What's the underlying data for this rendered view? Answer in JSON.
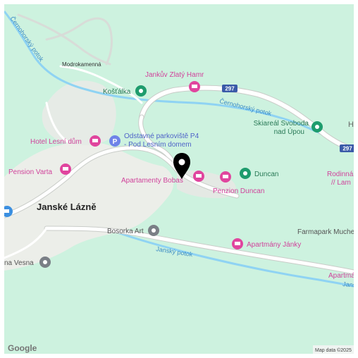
{
  "labels": {
    "modrokamenna": "Modrokamenná",
    "cernohorsky_potok_1": "Černohorský potok",
    "cernohorsky_potok_2": "Černohorský potok",
    "jansky_potok_1": "Janský potok",
    "jansky_potok_2": "Jans",
    "road_297_a": "297",
    "road_297_b": "297",
    "janske_lazne": "Janské Lázně",
    "edge_h": "H",
    "rodinna_1": "Rodinná",
    "rodinna_2": "// Lam",
    "farmapark": "Farmapark Muche",
    "apartm": "Apartmá"
  },
  "pois": [
    {
      "name": "Jankův Zlatý Hamr",
      "category": "hotel"
    },
    {
      "name": "Košťálka",
      "category": "place"
    },
    {
      "name": "Skiareál Svoboda",
      "name_line2": "nad Úpou",
      "category": "place"
    },
    {
      "name": "Hotel Lesní dům",
      "category": "hotel"
    },
    {
      "name": "Odstavné parkoviště P4",
      "name_line2": "- Pod Lesním domem",
      "category": "parking"
    },
    {
      "name": "Pension Varta",
      "category": "hotel"
    },
    {
      "name": "Apartamenty Bobas",
      "category": "hotel"
    },
    {
      "name": "Duncan",
      "category": "place"
    },
    {
      "name": "Penzion Duncan",
      "category": "hotel"
    },
    {
      "name": "Bosorka Art",
      "category": "place"
    },
    {
      "name": "Apartmány Jánky",
      "category": "hotel"
    },
    {
      "name": "na Vesna",
      "category": "place"
    }
  ],
  "footer": {
    "logo": "Google",
    "attribution": "Map data ©2025"
  },
  "colors": {
    "land": "#cdf2df",
    "settlement": "#eceee9",
    "road": "#ffffff",
    "road_casing": "#c9ccc8",
    "river": "#8fd3f3",
    "river_label": "#3c8cc4",
    "hotel_pin": "#e0459e",
    "place_pin": "#1e9c6d",
    "grey_pin": "#7a7f86",
    "parking_pin": "#6f83e8",
    "marker": "#000000"
  }
}
